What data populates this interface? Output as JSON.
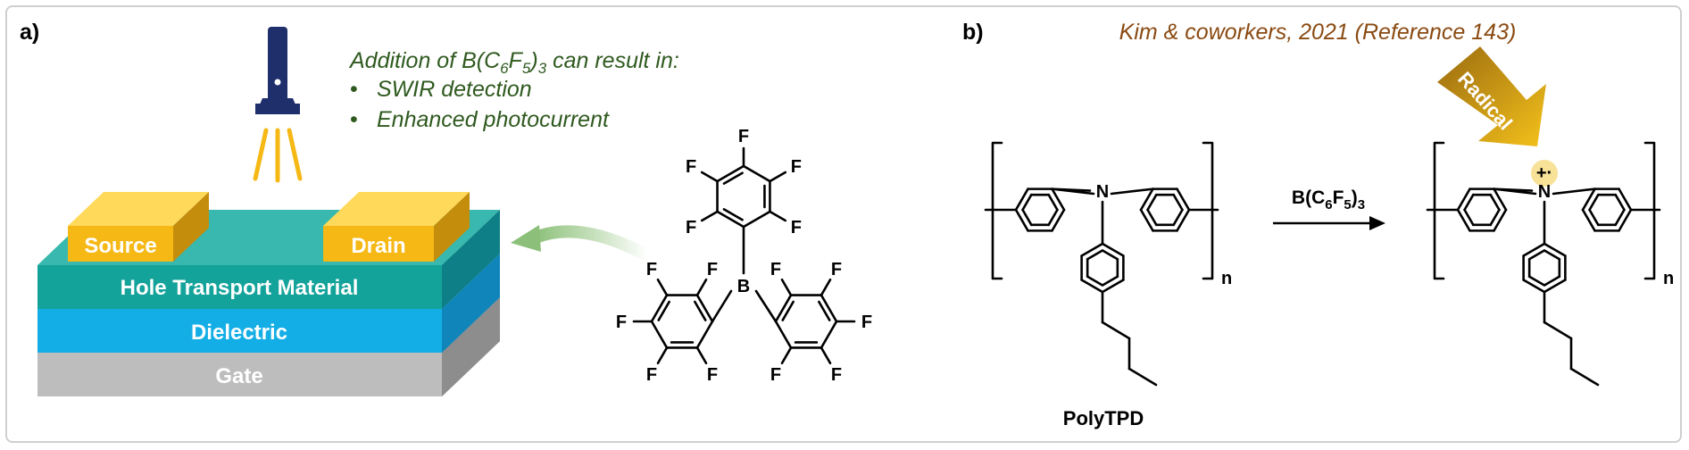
{
  "panel_a": {
    "label": "a)",
    "additive_heading_pre": "Addition of B(C",
    "additive_heading_sub1": "6",
    "additive_heading_mid": "F",
    "additive_heading_sub2": "5",
    "additive_heading_close": ")",
    "additive_heading_sub3": "3",
    "additive_heading_post": " can result in:",
    "bullets": [
      "SWIR detection",
      "Enhanced photocurrent"
    ],
    "bullet_mark": "•",
    "device": {
      "source": "Source",
      "drain": "Drain",
      "htm": "Hole Transport Material",
      "dielectric": "Dielectric",
      "gate": "Gate"
    },
    "molecule_atoms": {
      "fluorine": "F",
      "boron": "B"
    },
    "colors": {
      "gold": "#f5b815",
      "htm": "#14a39a",
      "dielectric": "#13aee6",
      "gate": "#bdbdbd",
      "text_green": "#2f5a1f",
      "flashlight": "#1f2f6b"
    }
  },
  "panel_b": {
    "label": "b)",
    "citation": "Kim & coworkers, 2021 (Reference 143)",
    "reagent_pre": "B(C",
    "reagent_sub1": "6",
    "reagent_mid": "F",
    "reagent_sub2": "5",
    "reagent_close": ")",
    "reagent_sub3": "3",
    "polymer_name": "PolyTPD",
    "repeat_index": "n",
    "nitrogen": "N",
    "radical_label": "Radical",
    "radical_cation_mark": "+·",
    "colors": {
      "citation": "#8a4a12",
      "radical_arrow": "#c8950f",
      "highlight": "#f7df8c"
    }
  }
}
